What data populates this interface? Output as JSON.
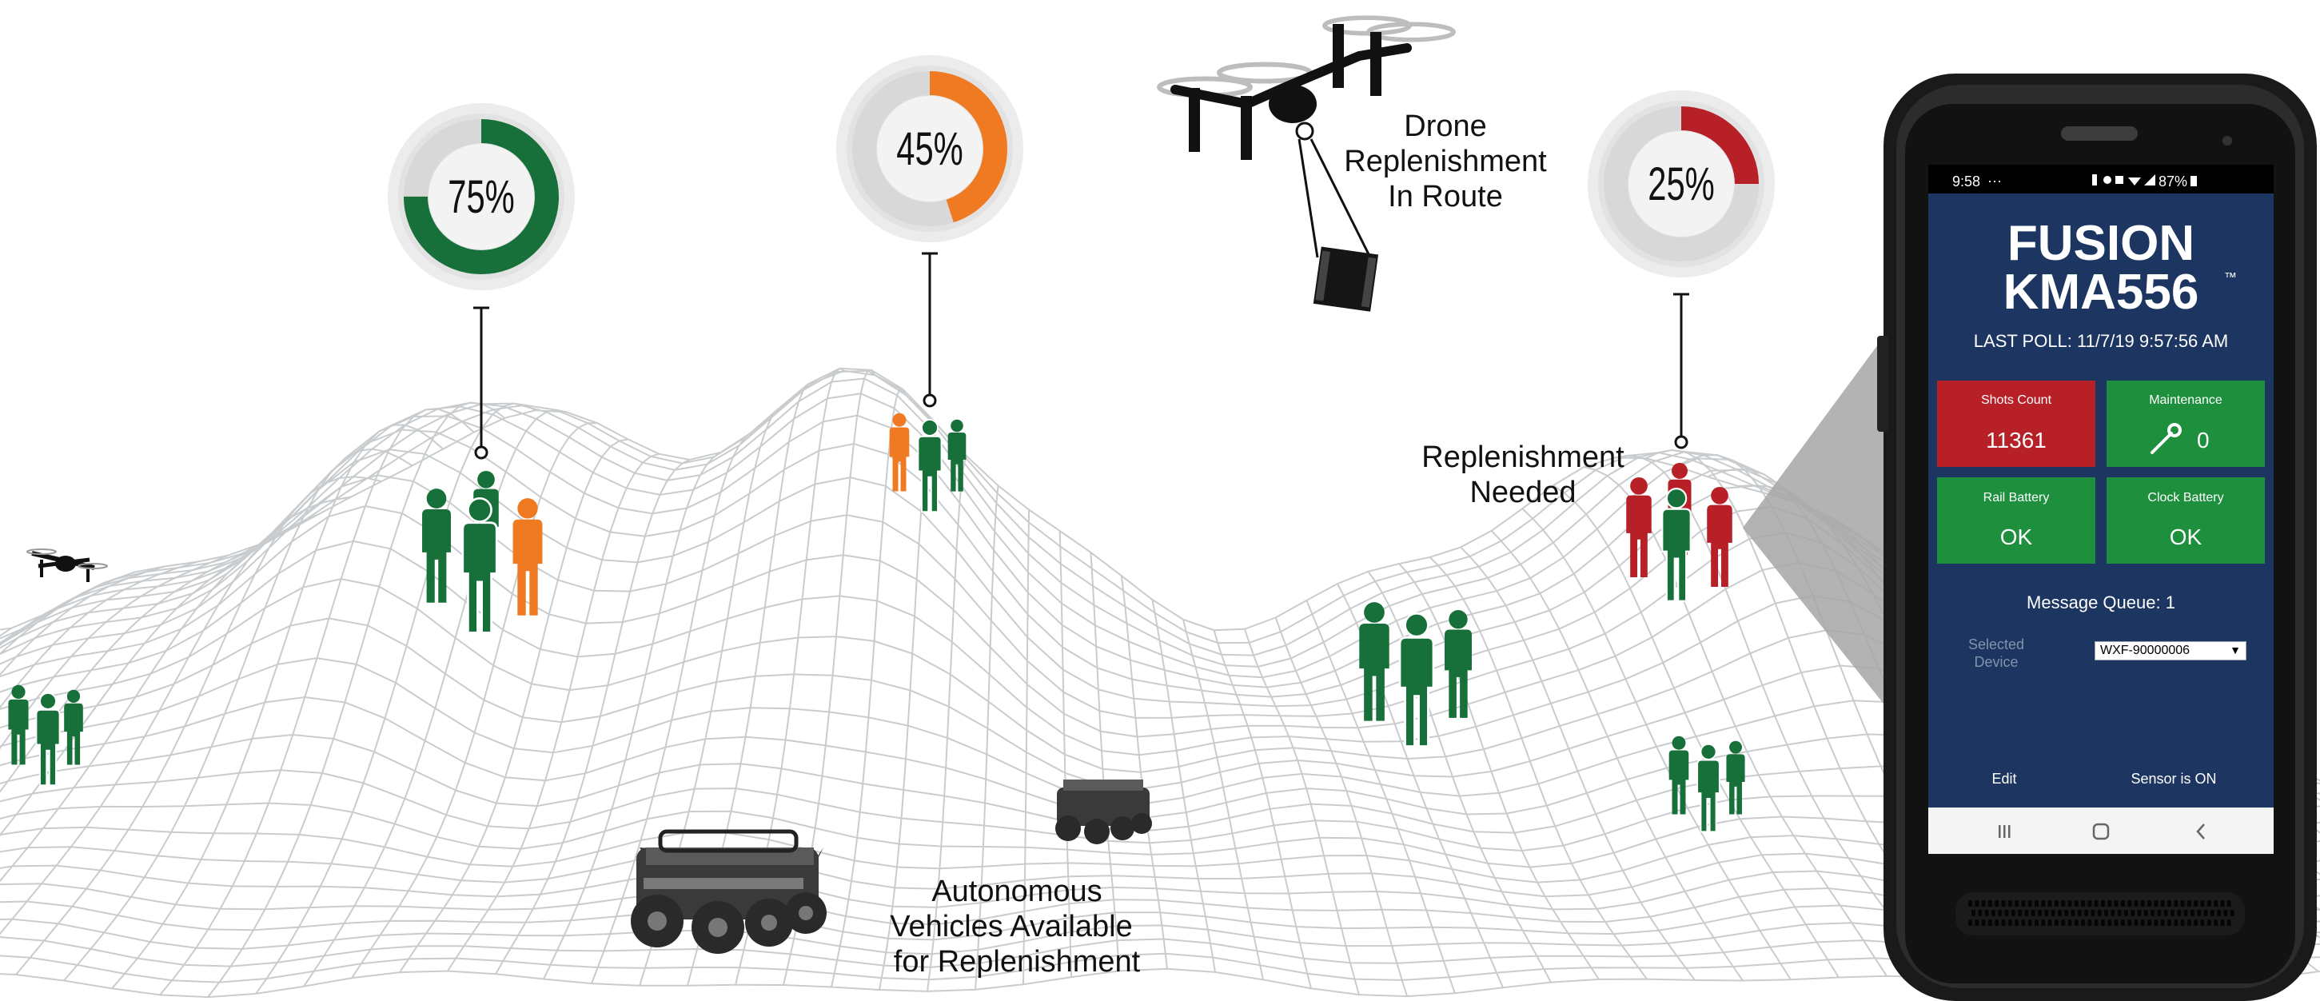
{
  "gauges": [
    {
      "label": "75%",
      "percent": 75,
      "color": "#17703a"
    },
    {
      "label": "45%",
      "percent": 45,
      "color": "#f07a22"
    },
    {
      "label": "25%",
      "percent": 25,
      "color": "#b82027"
    }
  ],
  "captions": {
    "drone": [
      "Drone",
      "Replenishment",
      "In Route"
    ],
    "replenishment": [
      "Replenishment",
      "Needed"
    ],
    "vehicles": [
      "Autonomous",
      "Vehicles Available",
      "for Replenishment"
    ]
  },
  "phone": {
    "status_time": "9:58",
    "status_dots": "···",
    "status_battery": "87%",
    "brand_line1": "FUSION",
    "brand_line2": "KMA556",
    "brand_tm": "™",
    "last_poll": "LAST POLL: 11/7/19 9:57:56 AM",
    "tiles": [
      {
        "label": "Shots Count",
        "value": "11361",
        "color": "#b82027"
      },
      {
        "label": "Maintenance",
        "value": "0",
        "color": "#1e8f3c"
      },
      {
        "label": "Rail Battery",
        "value": "OK",
        "color": "#1e8f3c"
      },
      {
        "label": "Clock Battery",
        "value": "OK",
        "color": "#1e8f3c"
      }
    ],
    "message_queue": "Message Queue: 1",
    "selected_device_label": [
      "Selected",
      "Device"
    ],
    "selected_device_value": "WXF-90000006",
    "edit_label": "Edit",
    "sensor_label": "Sensor is ON",
    "nav_icons": [
      "recent-apps-icon",
      "home-icon",
      "back-icon"
    ],
    "screen_color": "#1c3561"
  },
  "colors": {
    "green": "#17703a",
    "orange": "#f07a22",
    "red": "#b82027",
    "terrain": "#c9ccce"
  }
}
